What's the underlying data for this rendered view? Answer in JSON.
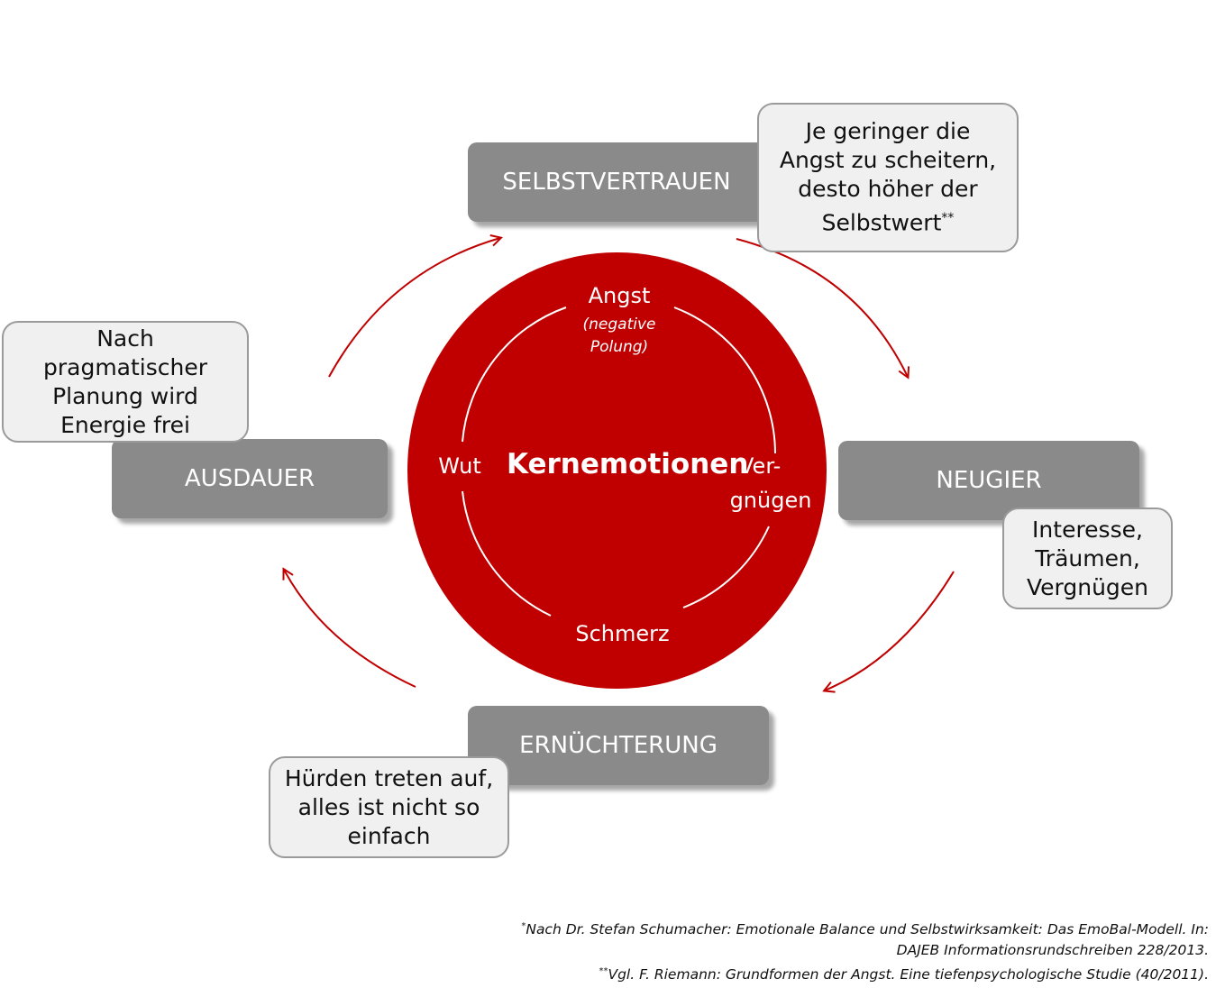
{
  "center": {
    "title": "Kernemotionen",
    "top": "Angst",
    "top_sub_line1": "(negative",
    "top_sub_line2": "Polung)",
    "left": "Wut",
    "right_line1": "Ver-",
    "right_line2": "gnügen",
    "bottom": "Schmerz"
  },
  "stages": {
    "top": "SELBSTVERTRAUEN",
    "right": "NEUGIER",
    "bottom": "ERNÜCHTERUNG",
    "left": "AUSDAUER"
  },
  "notes": {
    "top_right": {
      "line1": "Je geringer die",
      "line2": "Angst zu scheitern,",
      "line3": "desto höher der",
      "line4": "Selbstwert",
      "mark": "**"
    },
    "right": {
      "line1": "Interesse,",
      "line2": "Träumen,",
      "line3": "Vergnügen"
    },
    "bottom_left": {
      "line1": "Hürden treten auf,",
      "line2": "alles ist nicht so",
      "line3": "einfach"
    },
    "left": {
      "line1": "Nach",
      "line2": "pragmatischer",
      "line3": "Planung wird",
      "line4": "Energie frei"
    }
  },
  "footnotes": {
    "mark1": "*",
    "line1": "Nach Dr. Stefan Schumacher: Emotionale Balance und Selbstwirksamkeit: Das EmoBal-Modell. In:",
    "line2": "DAJEB Informationsrundschreiben 228/2013.",
    "mark2": "**",
    "line3": "Vgl. F. Riemann: Grundformen der Angst. Eine tiefenpsychologische Studie (40/2011)."
  },
  "colors": {
    "circle": "#c00000",
    "stage_box": "#8a8a8a",
    "arrow": "#c00000",
    "note_bg": "#f0f0f0"
  }
}
